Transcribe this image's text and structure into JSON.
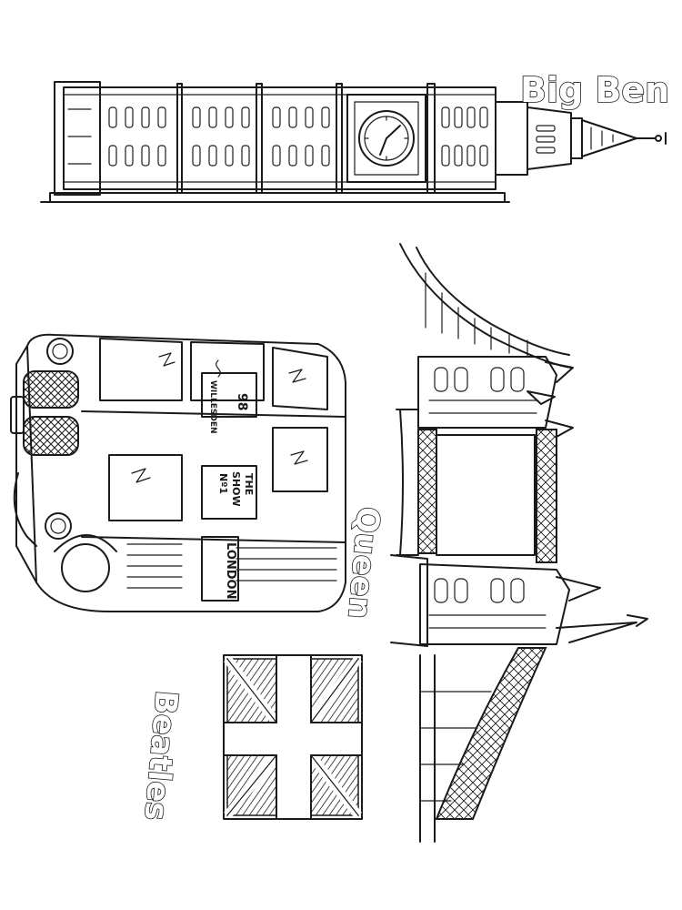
{
  "labels": {
    "big_ben": "Big Ben",
    "queen": "Queen",
    "beatles": "Beatles"
  },
  "bus": {
    "route_number": "98",
    "destination": "WILLESDEN",
    "advert_line1": "THE",
    "advert_line2": "SHOW",
    "advert_line3": "Nº1",
    "side_sign": "LONDON"
  },
  "colors": {
    "ink": "#1a1a1a",
    "paper": "#ffffff"
  }
}
